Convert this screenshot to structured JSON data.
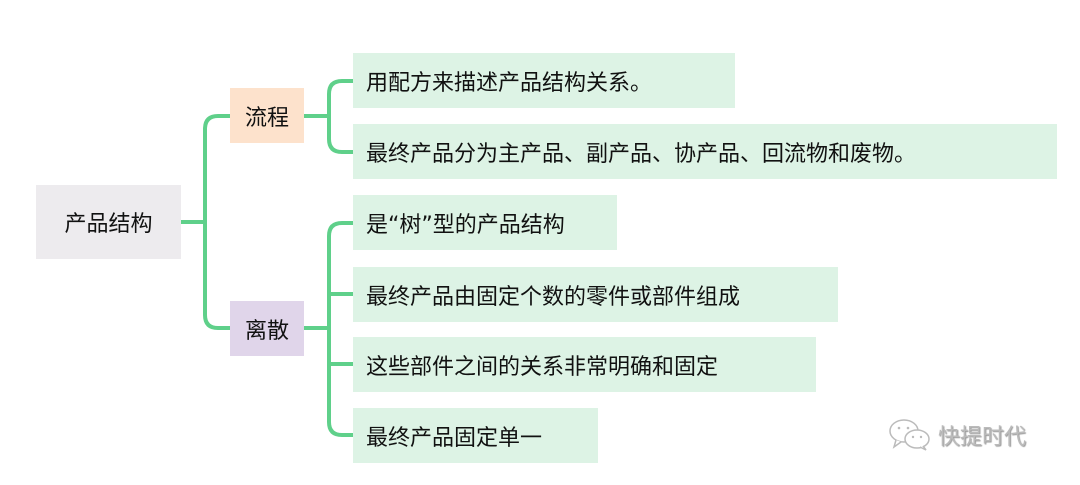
{
  "root": {
    "label": "产品结构",
    "color": "#edebee"
  },
  "branches": [
    {
      "label": "流程",
      "color": "#fde2cc",
      "children": [
        "用配方来描述产品结构关系。",
        "最终产品分为主产品、副产品、协产品、回流物和废物。"
      ]
    },
    {
      "label": "离散",
      "color": "#e0d5ea",
      "children": [
        "是“树”型的产品结构",
        "最终产品由固定个数的零件或部件组成",
        "这些部件之间的关系非常明确和固定",
        "最终产品固定单一"
      ]
    }
  ],
  "connector_color": "#5fd08a",
  "leaf_color": "#ddf3e5",
  "watermark": {
    "icon": "wechat-icon",
    "text": "快提时代"
  }
}
